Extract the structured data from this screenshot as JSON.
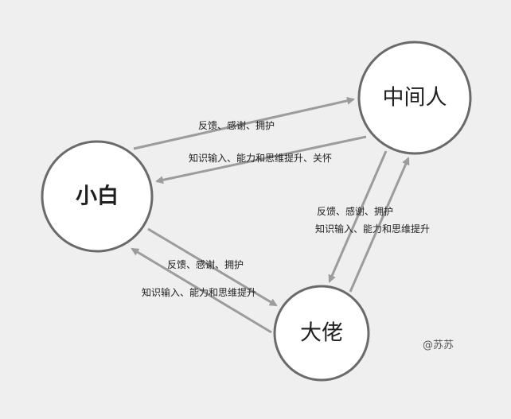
{
  "colors": {
    "background": "#efefef",
    "node_fill": "#ffffff",
    "node_stroke": "#6a6a6a",
    "arrow": "#9c9c9c",
    "text": "#222222"
  },
  "nodes": {
    "beginner": {
      "label": "小白"
    },
    "middle": {
      "label": "中间人"
    },
    "expert": {
      "label": "大佬"
    }
  },
  "edges": {
    "beginner_to_middle": {
      "label": "反馈、感谢、拥护"
    },
    "middle_to_beginner": {
      "label": "知识输入、能力和思维提升、关怀"
    },
    "beginner_to_expert": {
      "label": "反馈、感谢、拥护"
    },
    "expert_to_beginner": {
      "label": "知识输入、能力和思维提升"
    },
    "middle_to_expert": {
      "label": "反馈、感谢、拥护"
    },
    "expert_to_middle": {
      "label": "知识输入、能力和思维提升"
    }
  },
  "watermark": "@苏苏"
}
